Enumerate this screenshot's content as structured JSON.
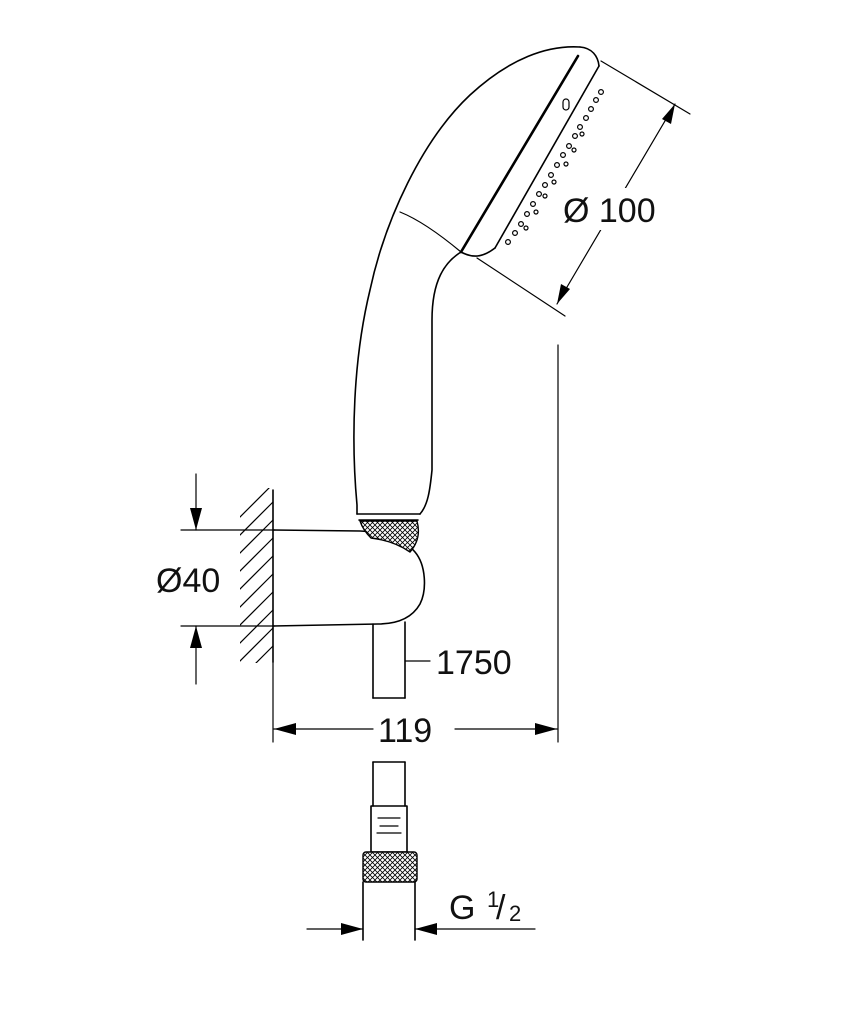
{
  "dimensions": {
    "head_diameter": "Ø 100",
    "holder_diameter": "Ø40",
    "hose_length": "1750",
    "projection": "119",
    "thread": {
      "base": "G",
      "numerator": "1",
      "slash": "/",
      "denominator": "2"
    }
  }
}
